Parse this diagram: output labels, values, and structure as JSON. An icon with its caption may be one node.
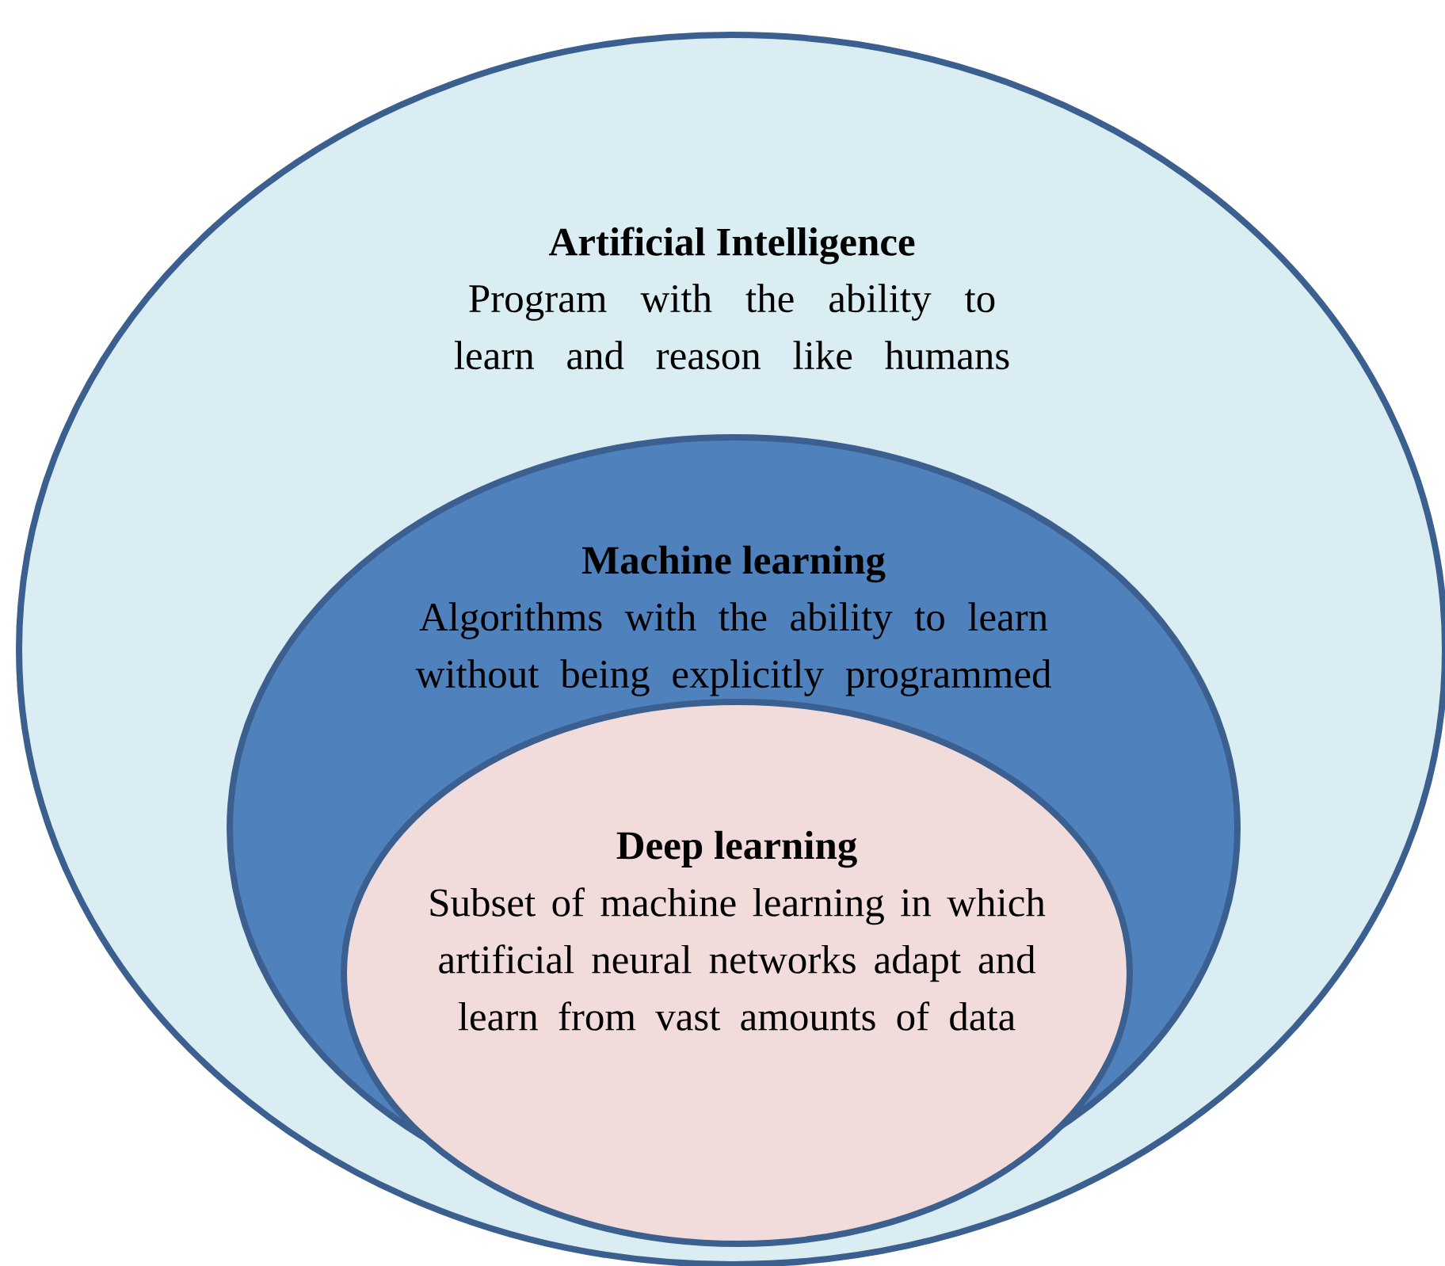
{
  "diagram": {
    "nodes": [
      {
        "text": [
          "Artificial Intelligence",
          "Program with the ability to learn and reason like humans"
        ]
      },
      {
        "text": [
          "Machine learning",
          "Algorithms with the ability to learn without being explicitly programmed"
        ],
        "in": 0
      },
      {
        "text": [
          "Deep learning",
          "Subset of machine learning in which artificial neural networks adapt and learn from vast amounts of data"
        ],
        "in": 1
      }
    ]
  }
}
